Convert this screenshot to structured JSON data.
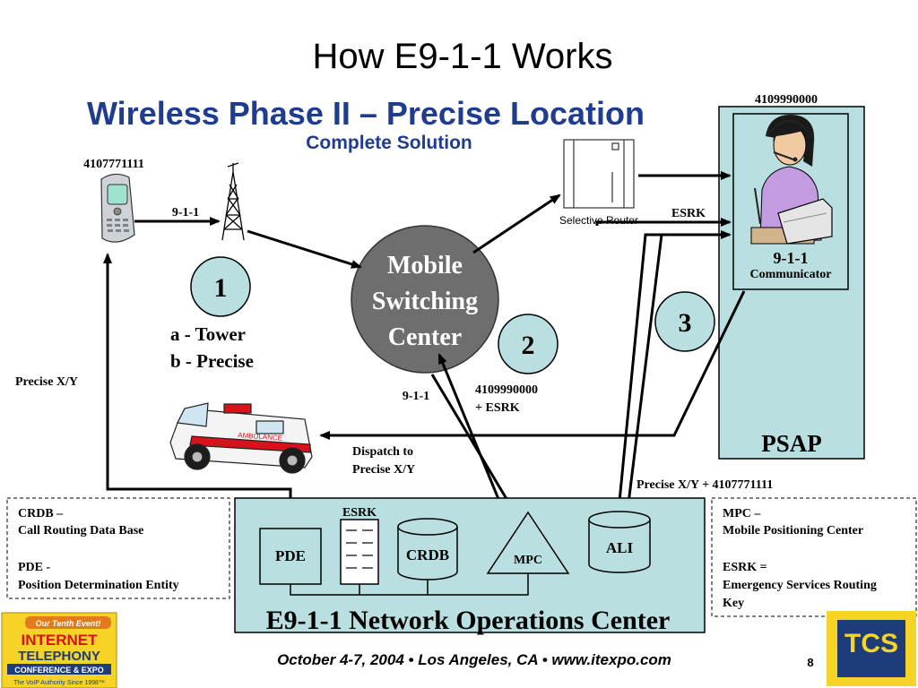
{
  "slide": {
    "title": "How E9-1-1 Works",
    "heading": "Wireless Phase II – Precise Location",
    "subheading": "Complete Solution",
    "page_number": "8"
  },
  "caller": {
    "number": "4107771111"
  },
  "links": {
    "call_label": "9-1-1",
    "precise_xy": "Precise X/Y",
    "esrk": "ESRK",
    "call_to_mpc": "9-1-1",
    "number_esrk": [
      "4109990000",
      "+ ESRK"
    ],
    "dispatch": [
      "Dispatch to",
      "Precise X/Y"
    ],
    "precise_xy_number": "Precise X/Y + 4107771111"
  },
  "nodes": {
    "selective_router": "Selective Router",
    "msc": [
      "Mobile",
      "Switching",
      "Center"
    ],
    "ambulance": "AMBULANCE"
  },
  "psap": {
    "number": "4109990000",
    "label": "PSAP",
    "communicator": "9-1-1",
    "communicator_sub": "Communicator"
  },
  "steps": {
    "one": "1",
    "two": "2",
    "three": "3",
    "tower_note": [
      "a - Tower",
      "b - Precise"
    ]
  },
  "noc": {
    "title": "E9-1-1 Network Operations Center",
    "pde": "PDE",
    "esrk": "ESRK",
    "crdb": "CRDB",
    "mpc": "MPC",
    "ali": "ALI"
  },
  "legend_left": [
    "CRDB –",
    "Call Routing Data Base",
    "PDE -",
    "Position Determination Entity"
  ],
  "legend_right": [
    "MPC –",
    "Mobile Positioning Center",
    "ESRK =",
    "Emergency Services Routing",
    "Key"
  ],
  "footer": {
    "text": "October 4-7, 2004 • Los Angeles, CA • www.itexpo.com",
    "left_logo": [
      "Our Tenth Event!",
      "INTERNET",
      "TELEPHONY",
      "CONFERENCE & EXPO",
      "The VoIP Authority Since 1998™"
    ],
    "right_logo": "TCS"
  },
  "colors": {
    "heading_blue": "#1f3c8f",
    "psap_fill": "#b9dfe0",
    "noc_fill": "#b9dfe0",
    "circle_fill": "#b9dfe0",
    "msc_fill": "#6e6e6e",
    "ambulance_red": "#d8121a",
    "logo_yellow": "#f5d327",
    "tcs_blue": "#1e3c7a"
  }
}
